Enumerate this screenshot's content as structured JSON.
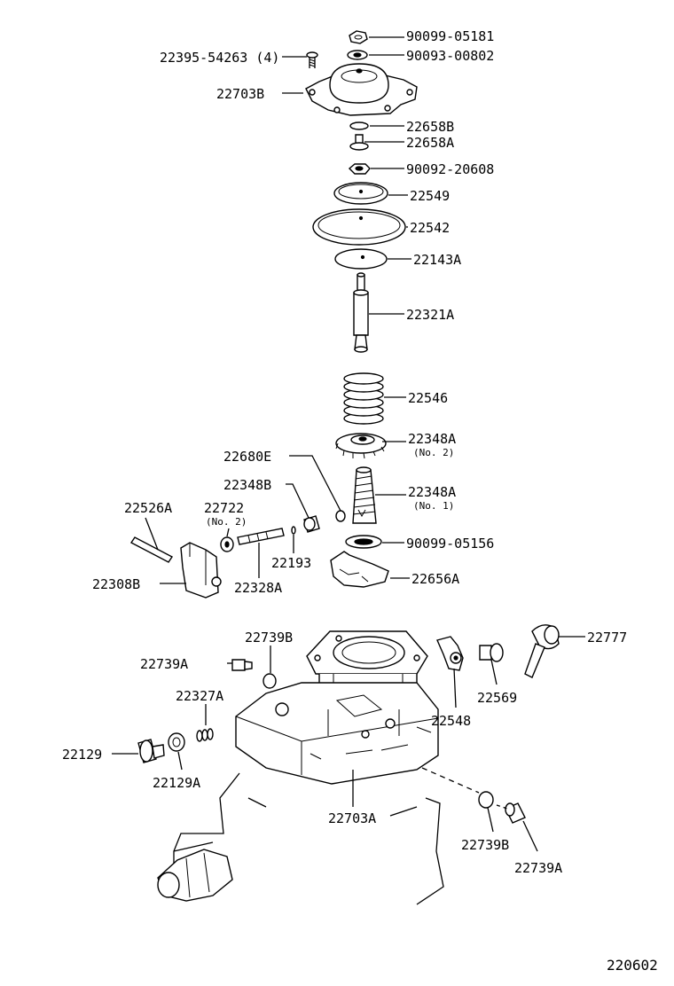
{
  "figure_number": "220602",
  "parts": [
    {
      "id": "p-90099-05181",
      "part_no": "90099-05181"
    },
    {
      "id": "p-90093-00802",
      "part_no": "90093-00802"
    },
    {
      "id": "p-22395-54263",
      "part_no": "22395-54263 (4)"
    },
    {
      "id": "p-22703B",
      "part_no": "22703B"
    },
    {
      "id": "p-22658B",
      "part_no": "22658B"
    },
    {
      "id": "p-22658A",
      "part_no": "22658A"
    },
    {
      "id": "p-90092-20608",
      "part_no": "90092-20608"
    },
    {
      "id": "p-22549",
      "part_no": "22549"
    },
    {
      "id": "p-22542",
      "part_no": "22542"
    },
    {
      "id": "p-22143A",
      "part_no": "22143A"
    },
    {
      "id": "p-22321A",
      "part_no": "22321A"
    },
    {
      "id": "p-22546",
      "part_no": "22546"
    },
    {
      "id": "p-22348A-2",
      "part_no": "22348A",
      "note": "(No. 2)"
    },
    {
      "id": "p-22680E",
      "part_no": "22680E"
    },
    {
      "id": "p-22348B",
      "part_no": "22348B"
    },
    {
      "id": "p-22348A-1",
      "part_no": "22348A",
      "note": "(No. 1)"
    },
    {
      "id": "p-22526A",
      "part_no": "22526A"
    },
    {
      "id": "p-22722",
      "part_no": "22722",
      "note": "(No. 2)"
    },
    {
      "id": "p-90099-05156",
      "part_no": "90099-05156"
    },
    {
      "id": "p-22193",
      "part_no": "22193"
    },
    {
      "id": "p-22656A",
      "part_no": "22656A"
    },
    {
      "id": "p-22308B",
      "part_no": "22308B"
    },
    {
      "id": "p-22328A",
      "part_no": "22328A"
    },
    {
      "id": "p-22739B-top",
      "part_no": "22739B"
    },
    {
      "id": "p-22777",
      "part_no": "22777"
    },
    {
      "id": "p-22739A-left",
      "part_no": "22739A"
    },
    {
      "id": "p-22569",
      "part_no": "22569"
    },
    {
      "id": "p-22327A",
      "part_no": "22327A"
    },
    {
      "id": "p-22548",
      "part_no": "22548"
    },
    {
      "id": "p-22129",
      "part_no": "22129"
    },
    {
      "id": "p-22129A",
      "part_no": "22129A"
    },
    {
      "id": "p-22703A",
      "part_no": "22703A"
    },
    {
      "id": "p-22739B-bottom",
      "part_no": "22739B"
    },
    {
      "id": "p-22739A-bottom",
      "part_no": "22739A"
    }
  ]
}
